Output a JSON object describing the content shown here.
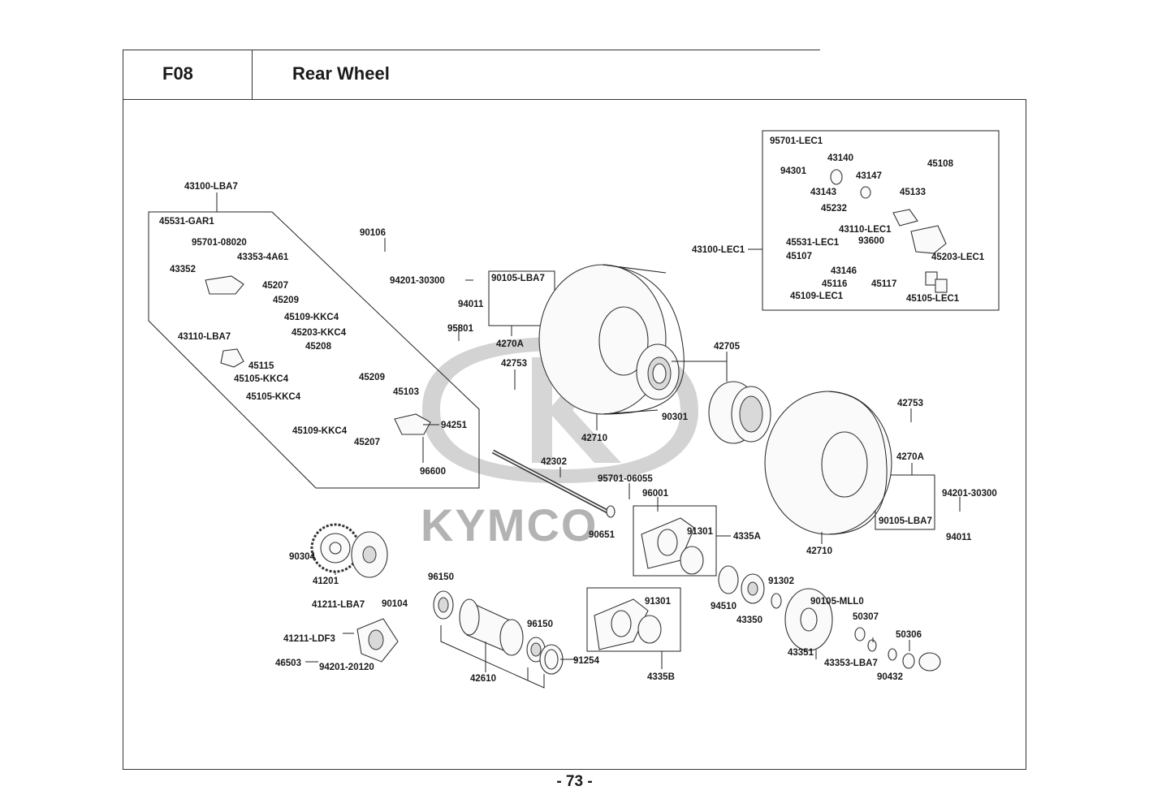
{
  "header": {
    "code": "F08",
    "title": "Rear Wheel"
  },
  "watermark": "KYMCO",
  "page_number": "- 73 -",
  "labels": [
    {
      "id": "l01",
      "text": "43100-LBA7"
    },
    {
      "id": "l02",
      "text": "45531-GAR1"
    },
    {
      "id": "l03",
      "text": "95701-08020"
    },
    {
      "id": "l04",
      "text": "43353-4A61"
    },
    {
      "id": "l05",
      "text": "43352"
    },
    {
      "id": "l06",
      "text": "45207"
    },
    {
      "id": "l07",
      "text": "45209"
    },
    {
      "id": "l08",
      "text": "45109-KKC4"
    },
    {
      "id": "l09",
      "text": "45203-KKC4"
    },
    {
      "id": "l10",
      "text": "43110-LBA7"
    },
    {
      "id": "l11",
      "text": "45208"
    },
    {
      "id": "l12",
      "text": "45115"
    },
    {
      "id": "l13",
      "text": "45105-KKC4"
    },
    {
      "id": "l14",
      "text": "45105-KKC4"
    },
    {
      "id": "l15",
      "text": "45209"
    },
    {
      "id": "l16",
      "text": "45103"
    },
    {
      "id": "l17",
      "text": "45109-KKC4"
    },
    {
      "id": "l18",
      "text": "45207"
    },
    {
      "id": "l19",
      "text": "94251"
    },
    {
      "id": "l20",
      "text": "96600"
    },
    {
      "id": "l21",
      "text": "90106"
    },
    {
      "id": "l22",
      "text": "94201-30300"
    },
    {
      "id": "l23",
      "text": "94011"
    },
    {
      "id": "l24",
      "text": "90105-LBA7"
    },
    {
      "id": "l25",
      "text": "95801"
    },
    {
      "id": "l26",
      "text": "4270A"
    },
    {
      "id": "l27",
      "text": "42753"
    },
    {
      "id": "l28",
      "text": "42710"
    },
    {
      "id": "l29",
      "text": "42705"
    },
    {
      "id": "l30",
      "text": "90301"
    },
    {
      "id": "l31",
      "text": "42753"
    },
    {
      "id": "l32",
      "text": "4270A"
    },
    {
      "id": "l33",
      "text": "94201-30300"
    },
    {
      "id": "l34",
      "text": "90105-LBA7"
    },
    {
      "id": "l35",
      "text": "94011"
    },
    {
      "id": "l36",
      "text": "42710"
    },
    {
      "id": "l37",
      "text": "42302"
    },
    {
      "id": "l38",
      "text": "95701-06055"
    },
    {
      "id": "l39",
      "text": "96001"
    },
    {
      "id": "l40",
      "text": "90651"
    },
    {
      "id": "l41",
      "text": "91301"
    },
    {
      "id": "l42",
      "text": "4335A"
    },
    {
      "id": "l43",
      "text": "90304"
    },
    {
      "id": "l44",
      "text": "41201"
    },
    {
      "id": "l45",
      "text": "41211-LBA7"
    },
    {
      "id": "l46",
      "text": "90104"
    },
    {
      "id": "l47",
      "text": "96150"
    },
    {
      "id": "l48",
      "text": "96150"
    },
    {
      "id": "l49",
      "text": "91254"
    },
    {
      "id": "l50",
      "text": "42610"
    },
    {
      "id": "l51",
      "text": "41211-LDF3"
    },
    {
      "id": "l52",
      "text": "46503"
    },
    {
      "id": "l53",
      "text": "94201-20120"
    },
    {
      "id": "l54",
      "text": "91301"
    },
    {
      "id": "l55",
      "text": "4335B"
    },
    {
      "id": "l56",
      "text": "94510"
    },
    {
      "id": "l57",
      "text": "91302"
    },
    {
      "id": "l58",
      "text": "43350"
    },
    {
      "id": "l59",
      "text": "90105-MLL0"
    },
    {
      "id": "l60",
      "text": "50307"
    },
    {
      "id": "l61",
      "text": "50306"
    },
    {
      "id": "l62",
      "text": "43351"
    },
    {
      "id": "l63",
      "text": "43353-LBA7"
    },
    {
      "id": "l64",
      "text": "90432"
    },
    {
      "id": "l65",
      "text": "95701-LEC1"
    },
    {
      "id": "l66",
      "text": "43140"
    },
    {
      "id": "l67",
      "text": "94301"
    },
    {
      "id": "l68",
      "text": "43147"
    },
    {
      "id": "l69",
      "text": "45108"
    },
    {
      "id": "l70",
      "text": "43143"
    },
    {
      "id": "l71",
      "text": "45133"
    },
    {
      "id": "l72",
      "text": "45232"
    },
    {
      "id": "l73",
      "text": "43110-LEC1"
    },
    {
      "id": "l74",
      "text": "43100-LEC1"
    },
    {
      "id": "l75",
      "text": "45531-LEC1"
    },
    {
      "id": "l76",
      "text": "93600"
    },
    {
      "id": "l77",
      "text": "45107"
    },
    {
      "id": "l78",
      "text": "45203-LEC1"
    },
    {
      "id": "l79",
      "text": "43146"
    },
    {
      "id": "l80",
      "text": "45116"
    },
    {
      "id": "l81",
      "text": "45117"
    },
    {
      "id": "l82",
      "text": "45109-LEC1"
    },
    {
      "id": "l83",
      "text": "45105-LEC1"
    }
  ]
}
